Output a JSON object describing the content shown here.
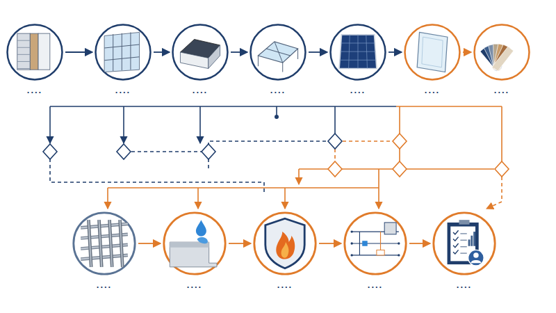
{
  "diagram": {
    "nodes": [
      {
        "text": [
          "...."
        ]
      },
      {
        "text": [
          "...."
        ]
      },
      {
        "text": [
          "...."
        ]
      },
      {
        "text": [
          "...."
        ]
      },
      {
        "text": [
          "...."
        ]
      },
      {
        "text": [
          "...."
        ]
      },
      {
        "text": [
          "...."
        ]
      },
      {
        "text": [
          "...."
        ]
      },
      {
        "text": [
          "...."
        ]
      },
      {
        "text": [
          "...."
        ]
      },
      {
        "text": [
          "...."
        ]
      },
      {
        "text": [
          "...."
        ]
      }
    ],
    "edges": [
      {
        "from": 0,
        "to": 1,
        "arrow": "to"
      },
      {
        "from": 1,
        "to": 2,
        "arrow": "to"
      },
      {
        "from": 2,
        "to": 3,
        "arrow": "to"
      },
      {
        "from": 3,
        "to": 4,
        "arrow": "to"
      },
      {
        "from": 4,
        "to": 5,
        "arrow": "to"
      },
      {
        "from": 5,
        "to": 6,
        "arrow": "to"
      },
      {
        "from": 7,
        "to": 8,
        "arrow": "to"
      },
      {
        "from": 8,
        "to": 9,
        "arrow": "to"
      },
      {
        "from": 9,
        "to": 10,
        "arrow": "to"
      },
      {
        "from": 10,
        "to": 11,
        "arrow": "to"
      }
    ]
  }
}
